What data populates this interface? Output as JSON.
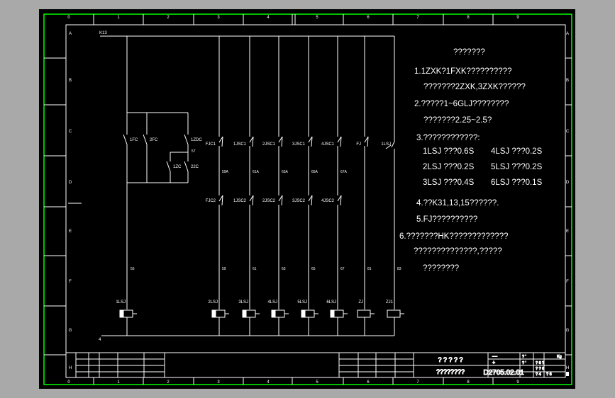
{
  "drawing": {
    "column_labels": [
      "0",
      "1",
      "2",
      "3",
      "4",
      "5",
      "6",
      "7",
      "8",
      "9"
    ],
    "bottom_column_labels": [
      "0",
      "1",
      "2",
      "3",
      "4",
      "5",
      "6",
      "7",
      "8",
      "9"
    ],
    "row_labels": [
      "A",
      "B",
      "C",
      "D",
      "E",
      "F",
      "G",
      "H"
    ],
    "bus_top_label": "K13",
    "bus_bottom_label": "4",
    "left_block": {
      "contacts": [
        "1FC",
        "2FC",
        "1ZDC",
        "1ZC",
        "22C"
      ],
      "node_label": "57",
      "wire_label": "55",
      "coil": "1LSJ"
    },
    "branches": [
      {
        "upper": "FJC1",
        "mid": "59A",
        "lower": "FJC2",
        "wire": "59",
        "coil": "2LSJ"
      },
      {
        "upper": "1JSC1",
        "mid": "61A",
        "lower": "1JSC2",
        "wire": "61",
        "coil": "3LSJ"
      },
      {
        "upper": "2JSC1",
        "mid": "63A",
        "lower": "2JSC2",
        "wire": "63",
        "coil": "4LSJ"
      },
      {
        "upper": "3JSC1",
        "mid": "65A",
        "lower": "3JSC2",
        "wire": "65",
        "coil": "5LSJ"
      },
      {
        "upper": "4JSC1",
        "mid": "67A",
        "lower": "4JSC2",
        "wire": "67",
        "coil": "6LSJ"
      },
      {
        "upper": "FJ",
        "mid": "",
        "lower": "",
        "wire": "81",
        "coil": "ZJ"
      },
      {
        "upper": "1LSJ",
        "mid": "",
        "lower": "",
        "wire": "83",
        "coil": "ZJ1"
      }
    ],
    "notes": [
      "???????",
      "1.1ZXK?1FXK??????????",
      "???????2ZXK,3ZXK??????",
      "2.?????1~6GLJ????????",
      "???????2.25~2.5?",
      "3.????????????:",
      "1LSJ  ???0.6S",
      "4LSJ  ???0.2S",
      "2LSJ  ???0.2S",
      "5LSJ  ???0.2S",
      "3LSJ  ???0.4S",
      "6LSJ  ???0.1S",
      "4.??K31,13,15??????.",
      "5.FJ??????????",
      "6.???????HK?????????????",
      "??????????????,?????",
      "????????"
    ],
    "title_block": {
      "title": "? ? ? ? ?",
      "subtitle": "????????",
      "drawing_number": "D2705.02.01",
      "cells": [
        "?  '",
        "?  '",
        "?   6     ?",
        "? ?   6",
        "? 4",
        "?  6",
        "Kg"
      ],
      "marks": [
        "—",
        "+"
      ]
    }
  },
  "colors": {
    "frame": "#00ff00",
    "line": "#ffffff",
    "background": "#000000",
    "outer": "#a9a9a9"
  }
}
